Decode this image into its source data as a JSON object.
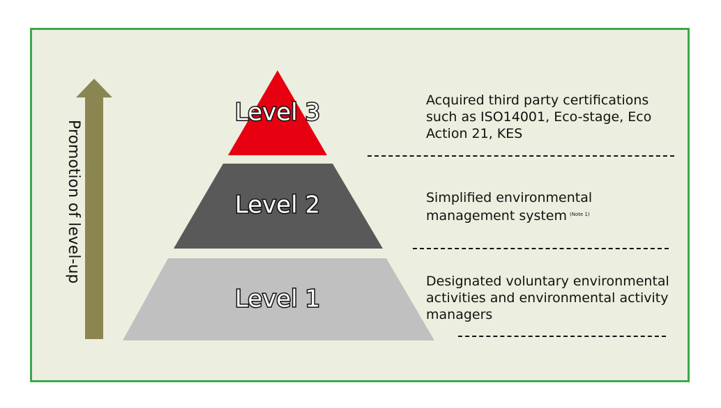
{
  "axis": {
    "label": "Promotion of level-up",
    "arrow_color": "#8b8552"
  },
  "levels": [
    {
      "label": "Level 3",
      "color": "#e60012",
      "description": "Acquired third party certifications such as ISO14001, Eco-stage, Eco Action 21, KES"
    },
    {
      "label": "Level 2",
      "color": "#595959",
      "description": "Simplified environmental management system",
      "note": "(Note 1)"
    },
    {
      "label": "Level 1",
      "color": "#c0c0c0",
      "description": "Designated voluntary environmental activities and environmental activity managers"
    }
  ],
  "colors": {
    "frame_border": "#3aa84a",
    "frame_background": "#ecefdf"
  }
}
